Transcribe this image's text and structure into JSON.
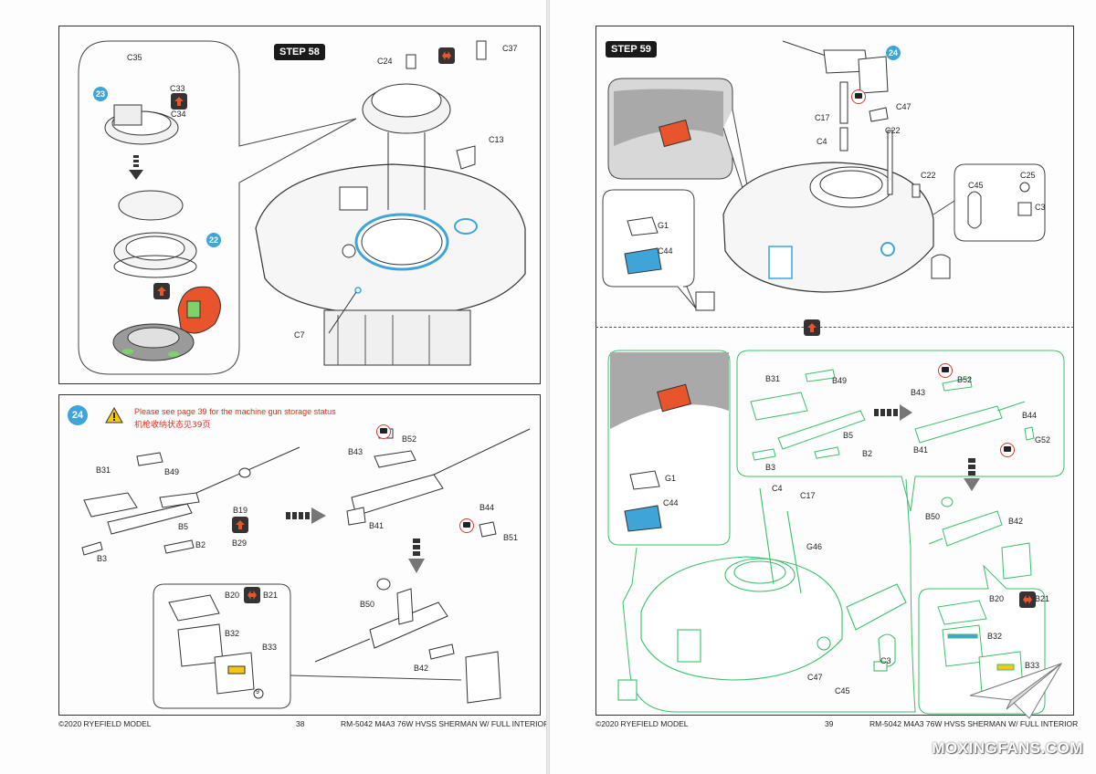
{
  "left_page": {
    "step_label": "STEP 58",
    "callout_23": "23",
    "callout_22": "22",
    "callout_24": "24",
    "parts_step58": [
      "C35",
      "C33",
      "C34",
      "C24",
      "C37",
      "C13",
      "C7"
    ],
    "warning_en": "Please see page 39 for the machine gun storage status",
    "warning_zh": "机枪收纳状态见39页",
    "parts_24": [
      "B31",
      "B49",
      "B19",
      "B29",
      "B5",
      "B2",
      "B3",
      "B43",
      "B52",
      "B44",
      "B41",
      "B51",
      "B50",
      "B42",
      "B20",
      "B21",
      "B32",
      "B33",
      "9"
    ],
    "footer_left": "©2020 RYEFIELD MODEL",
    "page_number": "38",
    "footer_right": "RM-5042  M4A3 76W HVSS SHERMAN W/ FULL INTERIOR"
  },
  "right_page": {
    "step_label": "STEP 59",
    "callout_24": "24",
    "parts_top": [
      "C17",
      "C47",
      "C4",
      "C22",
      "C22",
      "C45",
      "C25",
      "C3",
      "G1",
      "C44"
    ],
    "parts_bottom": [
      "B31",
      "B49",
      "B5",
      "B2",
      "B3",
      "B43",
      "B52",
      "B44",
      "B41",
      "G52",
      "B50",
      "B42",
      "B20",
      "B21",
      "B32",
      "B33",
      "G1",
      "C44",
      "C4",
      "C17",
      "G46",
      "C3",
      "C47",
      "C45"
    ],
    "footer_left": "©2020 RYEFIELD MODEL",
    "page_number": "39",
    "footer_right": "RM-5042  M4A3 76W HVSS SHERMAN W/ FULL INTERIOR"
  },
  "watermark": "MOXINGFANS.COM",
  "colors": {
    "callout": "#3fa5d8",
    "highlight_orange": "#e8542b",
    "green_diagram": "#3bbf6a",
    "blue_ring": "#3fa5d8"
  }
}
